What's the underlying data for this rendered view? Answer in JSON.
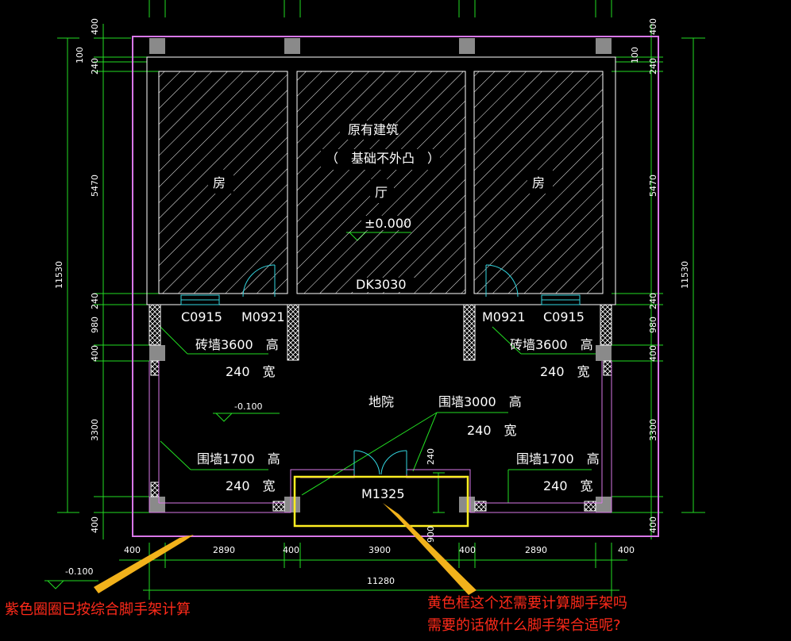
{
  "colors": {
    "background": "#000000",
    "boundary": "#d977e8",
    "highlight": "#ffee22",
    "dimension": "#22dd22",
    "wall": "#ffffff",
    "annotation": "#ff2a1a"
  },
  "building": {
    "title": "原有建筑",
    "subtitle": "（　基础不外凸　）",
    "room_left": "房",
    "hall": "厅",
    "room_right": "房",
    "level": "±0.000",
    "opening": "DK3030"
  },
  "tags": {
    "window_left": "C0915",
    "door_left": "M0921",
    "door_right": "M0921",
    "window_right": "C0915",
    "gate": "M1325"
  },
  "notes": {
    "brick_left_h": "砖墙3600　高",
    "brick_left_w": "240　宽",
    "brick_right_h": "砖墙3600　高",
    "brick_right_w": "240　宽",
    "yard": "地院",
    "fence_mid_h": "围墙3000　高",
    "fence_mid_w": "240　宽",
    "fence_left_h": "围墙1700　高",
    "fence_left_w": "240　宽",
    "fence_right_h": "围墙1700　高",
    "fence_right_w": "240　宽",
    "yard_level": "-0.100",
    "outside_level": "-0.100",
    "gate_wall": "240"
  },
  "dims": {
    "left": [
      "400",
      "100",
      "240",
      "5470",
      "240",
      "980",
      "400",
      "3300",
      "400"
    ],
    "right": [
      "400",
      "100",
      "240",
      "5470",
      "240",
      "980",
      "400",
      "3300",
      "400"
    ],
    "left_total": "11530",
    "right_total": "11530",
    "bottom": [
      "400",
      "2890",
      "400",
      "3900",
      "400",
      "2890",
      "400"
    ],
    "bottom_total": "11280",
    "gate_depth": "900"
  },
  "annotations": {
    "left": "紫色圈圈已按综合脚手架计算",
    "right_line1": "黄色框这个还需要计算脚手架吗",
    "right_line2": "需要的话做什么脚手架合适呢?"
  }
}
